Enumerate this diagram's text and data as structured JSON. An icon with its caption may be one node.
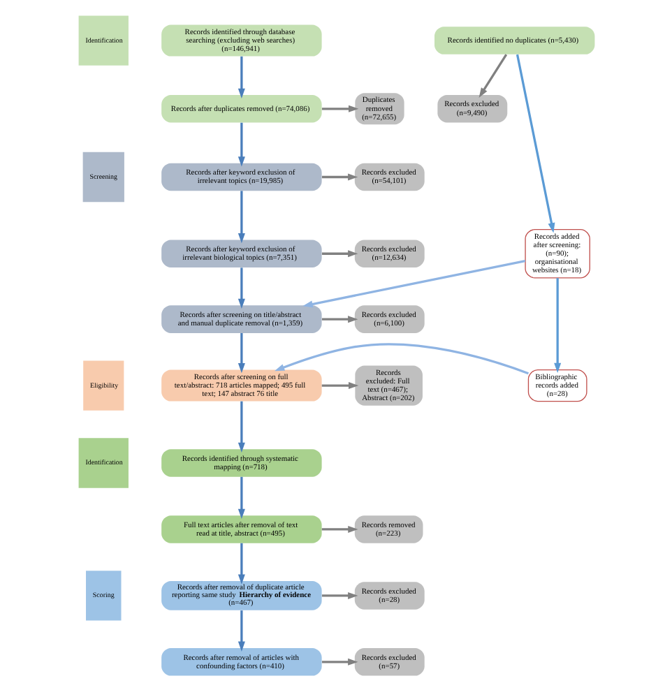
{
  "diagram": {
    "nodes": [
      {
        "text": [
          "Identification"
        ]
      },
      {
        "text": [
          "Records identified through database searching (excluding web searches) (n=146,941)"
        ]
      },
      {
        "text": [
          "Records identified no duplicates (n=5,430)"
        ]
      },
      {
        "text": [
          "Records after duplicates removed (n=74,086)"
        ]
      },
      {
        "text": [
          "Duplicates removed (n=72,655)"
        ]
      },
      {
        "text": [
          "Records excluded (n=9,490)"
        ]
      },
      {
        "text": [
          "Screening"
        ]
      },
      {
        "text": [
          "Records after keyword exclusion of irrelevant topics (n=19,985)"
        ]
      },
      {
        "text": [
          "Records excluded (n=54,101)"
        ]
      },
      {
        "text": [
          "Records after keyword exclusion of irrelevant biological topics (n=7,351)"
        ]
      },
      {
        "text": [
          "Records excluded (n=12,634)"
        ]
      },
      {
        "text": [
          "Records added after screening: (n=90); organisational websites (n=18)"
        ]
      },
      {
        "text": [
          "Records after screening on title/abstract and manual duplicate removal (n=1,359)"
        ]
      },
      {
        "text": [
          "Records excluded (n=6,100)"
        ]
      },
      {
        "text": [
          "Eligibility"
        ]
      },
      {
        "text": [
          "Records after screening on full text/abstract: 718 articles mapped; 495 full text; 147 abstract 76 title"
        ]
      },
      {
        "text": [
          "Records excluded: Full text (n=467); Abstract (n=202)"
        ]
      },
      {
        "text": [
          "Bibliographic records added (n=28)"
        ]
      },
      {
        "text": [
          "Identification"
        ]
      },
      {
        "text": [
          "Records identified through systematic mapping (n=718)"
        ]
      },
      {
        "text": [
          "Full text articles after removal of text read at title, abstract (n=495)"
        ]
      },
      {
        "text": [
          "Records removed (n=223)"
        ]
      },
      {
        "text": [
          "Scoring"
        ]
      },
      {
        "text": [
          "Records after removal of duplicate article reporting same study **Hierarchy of evidence** (n=467)"
        ]
      },
      {
        "text": [
          "Records excluded (n=28)"
        ]
      },
      {
        "text": [
          "Records after removal of articles with confounding factors (n=410)"
        ]
      },
      {
        "text": [
          "Records excluded (n=57)"
        ]
      }
    ],
    "edges": [
      {
        "from": 1,
        "to": 3,
        "arrow": "to",
        "color": "#4a7ebb"
      },
      {
        "from": 3,
        "to": 4,
        "arrow": "to",
        "color": "#808080"
      },
      {
        "from": 3,
        "to": 7,
        "arrow": "to",
        "color": "#4a7ebb"
      },
      {
        "from": 7,
        "to": 8,
        "arrow": "to",
        "color": "#808080"
      },
      {
        "from": 7,
        "to": 9,
        "arrow": "to",
        "color": "#4a7ebb"
      },
      {
        "from": 9,
        "to": 10,
        "arrow": "to",
        "color": "#808080"
      },
      {
        "from": 9,
        "to": 12,
        "arrow": "to",
        "color": "#4a7ebb"
      },
      {
        "from": 12,
        "to": 13,
        "arrow": "to",
        "color": "#808080"
      },
      {
        "from": 12,
        "to": 15,
        "arrow": "to",
        "color": "#4a7ebb"
      },
      {
        "from": 15,
        "to": 16,
        "arrow": "to",
        "color": "#808080"
      },
      {
        "from": 15,
        "to": 19,
        "arrow": "to",
        "color": "#4a7ebb"
      },
      {
        "from": 19,
        "to": 20,
        "arrow": "to",
        "color": "#4a7ebb"
      },
      {
        "from": 20,
        "to": 21,
        "arrow": "to",
        "color": "#808080"
      },
      {
        "from": 20,
        "to": 23,
        "arrow": "to",
        "color": "#4a7ebb"
      },
      {
        "from": 23,
        "to": 24,
        "arrow": "to",
        "color": "#808080"
      },
      {
        "from": 23,
        "to": 25,
        "arrow": "to",
        "color": "#4a7ebb"
      },
      {
        "from": 25,
        "to": 26,
        "arrow": "to",
        "color": "#808080"
      },
      {
        "from": 2,
        "to": 11,
        "arrow": "to",
        "color": "#5b9bd5"
      },
      {
        "from": 2,
        "to": 5,
        "arrow": "to",
        "color": "#808080"
      },
      {
        "from": 11,
        "to": 17,
        "arrow": "to",
        "color": "#5b9bd5"
      },
      {
        "from": 11,
        "to": 12,
        "arrow": "to",
        "color": "#8fb4e3"
      },
      {
        "from": 17,
        "to": 15,
        "arrow": "to",
        "color": "#8fb4e3"
      }
    ]
  }
}
